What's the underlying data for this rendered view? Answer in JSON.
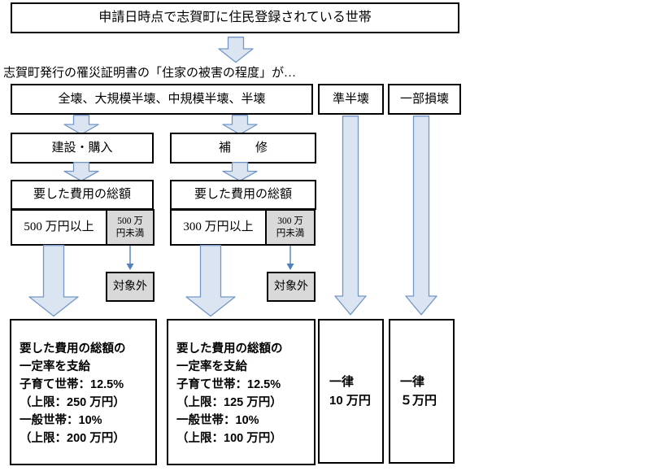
{
  "colors": {
    "arrow_fill": "#dbe5f1",
    "arrow_stroke": "#7396c6",
    "connector_arrow": "#4f81bd",
    "gray_fill": "#d9d9d9",
    "border": "#000000"
  },
  "top": {
    "household": "申請日時点で志賀町に住民登録されている世帯",
    "criteria": "志賀町発行の罹災証明書の「住家の被害の程度」が…"
  },
  "damage": {
    "severe": "全壊、大規模半壊、中規模半壊、半壊",
    "semi": "準半壊",
    "partial": "一部損壊"
  },
  "severe_flow": {
    "build": "建設・購入",
    "repair": "補　　修",
    "cost_total": "要した費用の総額",
    "build_over": "500 万円以上",
    "build_under": [
      "500 万",
      "円未満"
    ],
    "repair_over": "300 万円以上",
    "repair_under": [
      "300 万",
      "円未満"
    ],
    "excluded": "対象外"
  },
  "outcomes": {
    "build": [
      "要した費用の総額の",
      "一定率を支給",
      "子育て世帯：12.5%",
      "（上限：250 万円）",
      "一般世帯：10%",
      "（上限：200 万円）"
    ],
    "repair": [
      "要した費用の総額の",
      "一定率を支給",
      "子育て世帯：12.5%",
      "（上限：125 万円）",
      "一般世帯：10%",
      "（上限：100 万円）"
    ],
    "semi": [
      "一律",
      "10 万円"
    ],
    "partial": [
      "一律",
      "５万円"
    ]
  }
}
